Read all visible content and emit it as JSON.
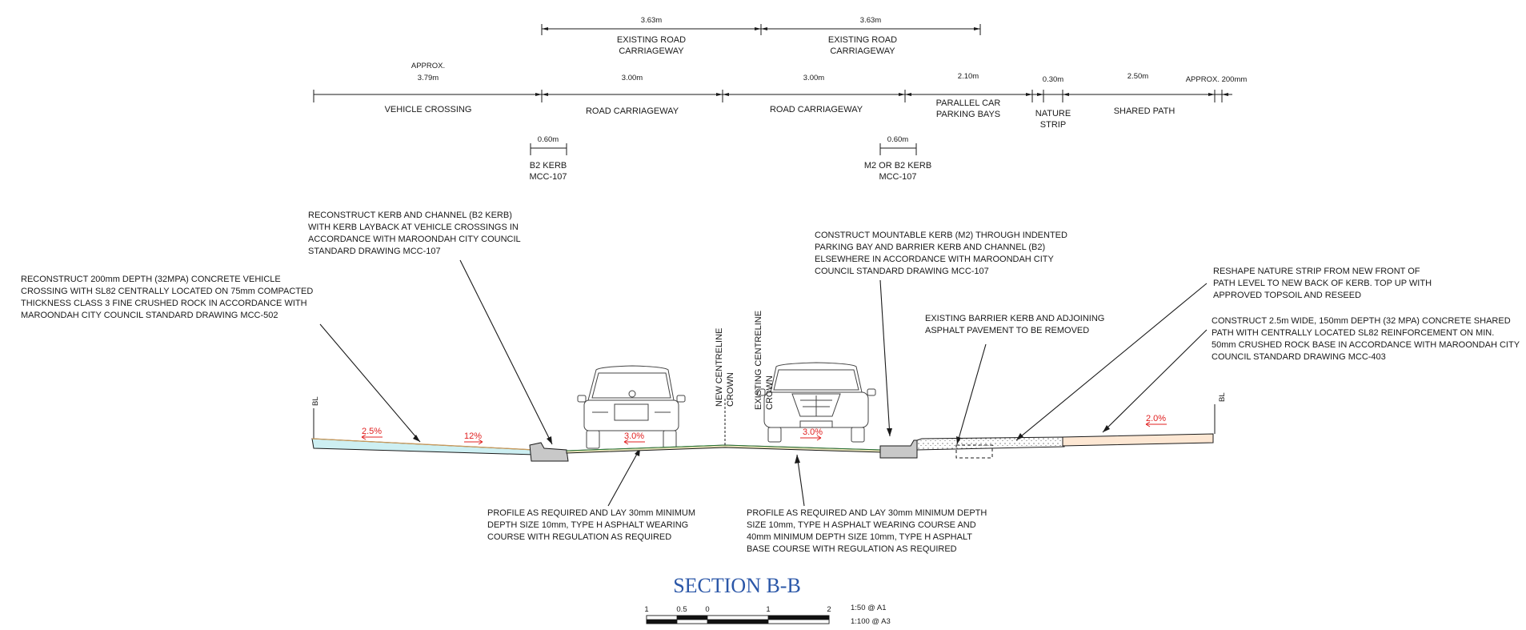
{
  "dimensions": {
    "top_left_width": "3.63m",
    "top_right_width": "3.63m",
    "existing_road_left": [
      "EXISTING ROAD",
      "CARRIAGEWAY"
    ],
    "existing_road_right": [
      "EXISTING ROAD",
      "CARRIAGEWAY"
    ],
    "approx_label": "APPROX.",
    "vehicle_crossing_width": "3.79m",
    "road_left_width": "3.00m",
    "road_right_width": "3.00m",
    "parking_width": "2.10m",
    "nature_strip_width": "0.30m",
    "shared_path_width": "2.50m",
    "approx_end": "APPROX. 200mm",
    "vehicle_crossing": "VEHICLE CROSSING",
    "road_carriageway_left": "ROAD CARRIAGEWAY",
    "road_carriageway_right": "ROAD CARRIAGEWAY",
    "parking": [
      "PARALLEL CAR",
      "PARKING BAYS"
    ],
    "nature_strip": [
      "NATURE",
      "STRIP"
    ],
    "shared_path": "SHARED PATH",
    "kerb_left_width": "0.60m",
    "kerb_left": [
      "B2 KERB",
      "MCC-107"
    ],
    "kerb_right_width": "0.60m",
    "kerb_right": [
      "M2 OR B2 KERB",
      "MCC-107"
    ]
  },
  "notes": {
    "vehicle_crossing": [
      "RECONSTRUCT 200mm DEPTH (32MPA) CONCRETE VEHICLE",
      "CROSSING WITH SL82 CENTRALLY LOCATED  ON 75mm COMPACTED",
      "THICKNESS CLASS 3 FINE CRUSHED ROCK IN ACCORDANCE WITH",
      "MAROONDAH CITY COUNCIL STANDARD DRAWING MCC-502"
    ],
    "kerb_channel": [
      "RECONSTRUCT KERB AND CHANNEL (B2 KERB)",
      "WITH KERB LAYBACK AT VEHICLE CROSSINGS IN",
      "ACCORDANCE WITH MAROONDAH CITY COUNCIL",
      "STANDARD DRAWING MCC-107"
    ],
    "mountable_kerb": [
      "CONSTRUCT MOUNTABLE KERB (M2) THROUGH INDENTED",
      "PARKING BAY AND BARRIER KERB AND CHANNEL (B2)",
      "ELSEWHERE IN ACCORDANCE WITH MAROONDAH CITY",
      "COUNCIL STANDARD DRAWING MCC-107"
    ],
    "existing_barrier": [
      "EXISTING BARRIER KERB AND ADJOINING",
      "ASPHALT PAVEMENT TO BE REMOVED"
    ],
    "nature_strip": [
      "RESHAPE NATURE STRIP FROM NEW FRONT OF",
      "PATH LEVEL TO NEW BACK OF KERB.  TOP UP WITH",
      "APPROVED TOPSOIL AND RESEED"
    ],
    "shared_path": [
      "CONSTRUCT 2.5m WIDE, 150mm DEPTH (32 MPA) CONCRETE SHARED",
      "PATH WITH CENTRALLY LOCATED SL82 REINFORCEMENT ON  MIN.",
      "50mm CRUSHED ROCK BASE IN ACCORDANCE WITH MAROONDAH CITY",
      "COUNCIL STANDARD DRAWING MCC-403"
    ],
    "profile_left": [
      "PROFILE AS REQUIRED AND LAY 30mm MINIMUM",
      "DEPTH SIZE 10mm, TYPE H ASPHALT WEARING",
      "COURSE WITH REGULATION AS REQUIRED"
    ],
    "profile_right": [
      "PROFILE AS REQUIRED AND LAY 30mm MINIMUM DEPTH",
      "SIZE 10mm, TYPE H ASPHALT WEARING COURSE AND",
      "40mm MINIMUM DEPTH SIZE 10mm, TYPE H ASPHALT",
      "BASE COURSE WITH REGULATION AS REQUIRED"
    ]
  },
  "section": {
    "bl_left": "BL",
    "bl_right": "BL",
    "new_centreline": [
      "NEW CENTRELINE",
      "CROWN"
    ],
    "existing_centreline": [
      "EXISTING CENTRELINE",
      "CROWN"
    ],
    "grades": [
      "2.5%",
      "12%",
      "3.0%",
      "3.0%",
      "2.0%"
    ]
  },
  "title": "SECTION B-B",
  "scale": {
    "ticks": [
      "1",
      "0.5",
      "0",
      "1",
      "2"
    ],
    "scale_a1": "1:50 @ A1",
    "scale_a3": "1:100 @ A3"
  },
  "colors": {
    "crossing_fill": "#cdeff2",
    "path_fill": "#fde7d3",
    "grade_red": "#e02020",
    "title_blue": "#2b57a8"
  }
}
